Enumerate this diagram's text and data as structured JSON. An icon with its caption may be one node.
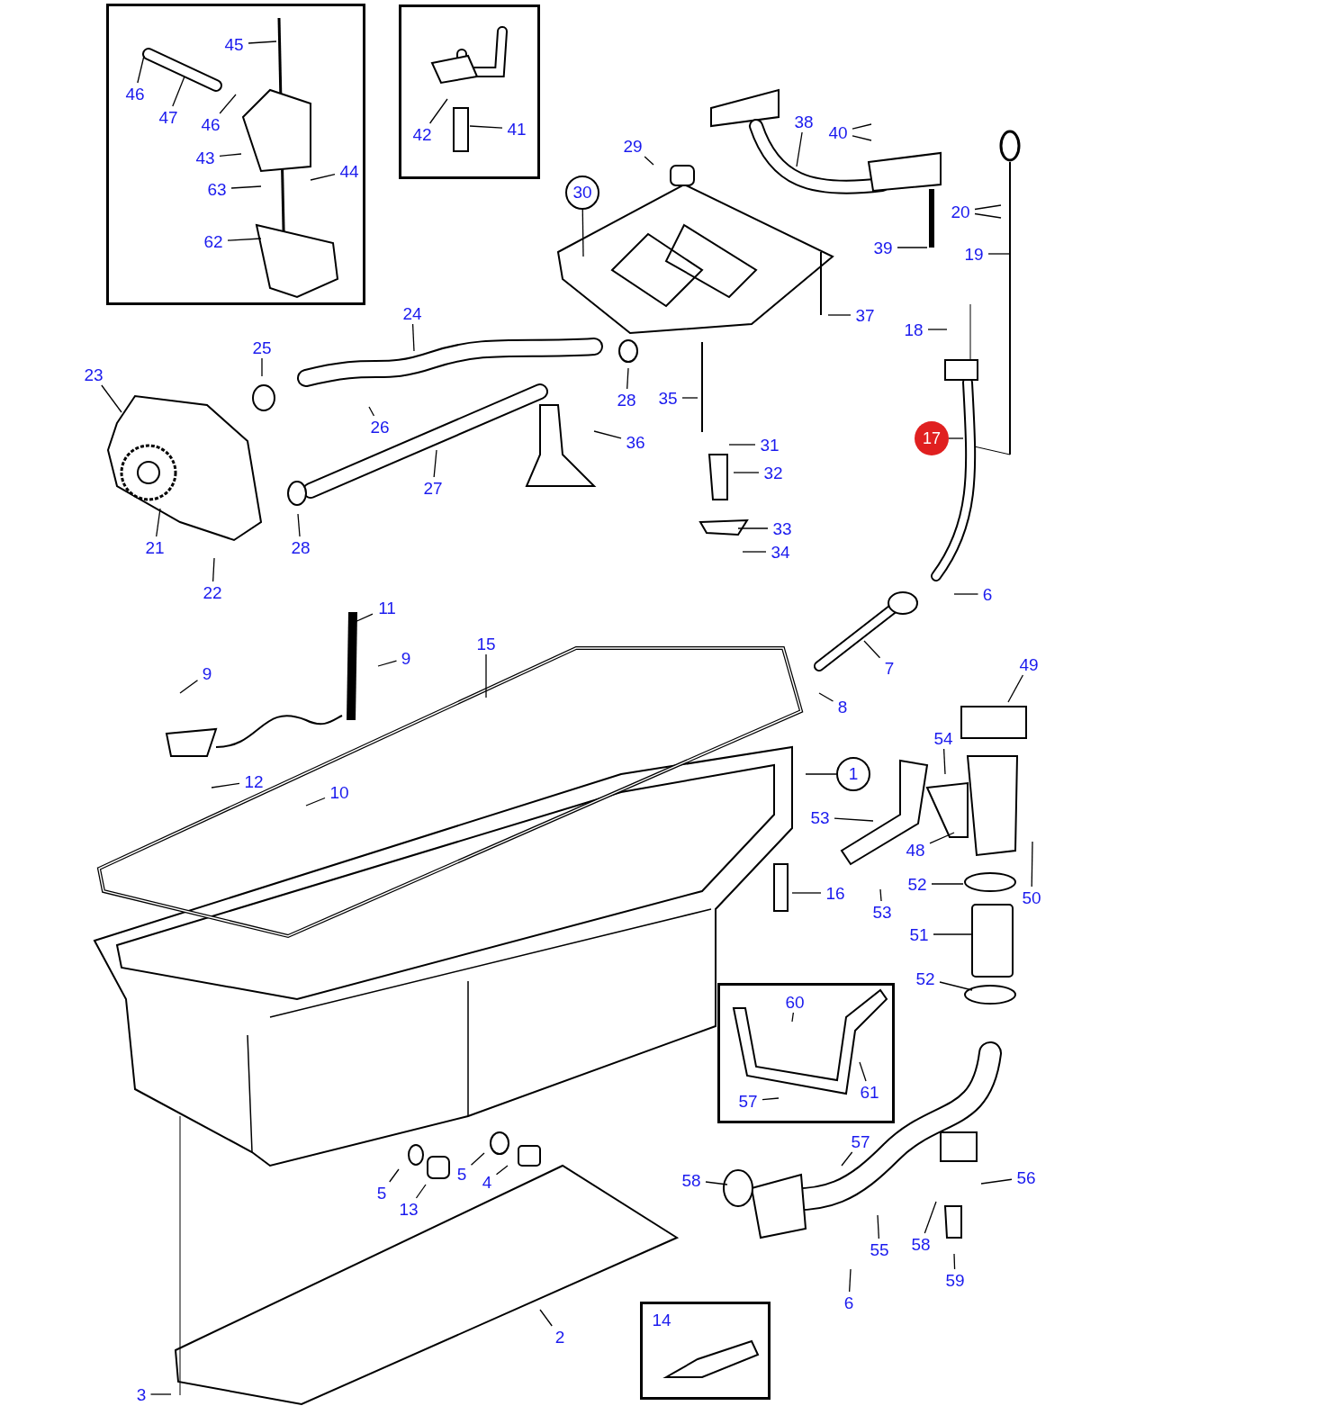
{
  "diagram": {
    "nodes": [
      {
        "text": [],
        "shape": "box"
      },
      {
        "text": [
          "45"
        ],
        "in": 0
      },
      {
        "text": [
          "46"
        ],
        "in": 0
      },
      {
        "text": [
          "47"
        ],
        "in": 0
      },
      {
        "text": [
          "46"
        ],
        "in": 0
      },
      {
        "text": [
          "43"
        ],
        "in": 0
      },
      {
        "text": [
          "44"
        ],
        "in": 0
      },
      {
        "text": [
          "63"
        ],
        "in": 0
      },
      {
        "text": [
          "62"
        ],
        "in": 0
      },
      {
        "text": [],
        "shape": "box"
      },
      {
        "text": [
          "42"
        ],
        "in": 9
      },
      {
        "text": [
          "41"
        ],
        "in": 9
      },
      {
        "text": [
          "38"
        ]
      },
      {
        "text": [
          "40"
        ]
      },
      {
        "text": [
          "29"
        ]
      },
      {
        "text": [
          "30"
        ]
      },
      {
        "text": [
          "20"
        ]
      },
      {
        "text": [
          "39"
        ]
      },
      {
        "text": [
          "19"
        ]
      },
      {
        "text": [
          "24"
        ]
      },
      {
        "text": [
          "37"
        ]
      },
      {
        "text": [
          "18"
        ]
      },
      {
        "text": [
          "25"
        ]
      },
      {
        "text": [
          "23"
        ]
      },
      {
        "text": [
          "35"
        ]
      },
      {
        "text": [
          "28"
        ]
      },
      {
        "text": [
          "26"
        ]
      },
      {
        "text": [
          "17"
        ]
      },
      {
        "text": [
          "36"
        ]
      },
      {
        "text": [
          "31"
        ]
      },
      {
        "text": [
          "32"
        ]
      },
      {
        "text": [
          "27"
        ]
      },
      {
        "text": [
          "33"
        ]
      },
      {
        "text": [
          "21"
        ]
      },
      {
        "text": [
          "28"
        ]
      },
      {
        "text": [
          "34"
        ]
      },
      {
        "text": [
          "22"
        ]
      },
      {
        "text": [
          "6"
        ]
      },
      {
        "text": [
          "11"
        ]
      },
      {
        "text": [
          "15"
        ]
      },
      {
        "text": [
          "9"
        ]
      },
      {
        "text": [
          "7"
        ]
      },
      {
        "text": [
          "49"
        ]
      },
      {
        "text": [
          "9"
        ]
      },
      {
        "text": [
          "8"
        ]
      },
      {
        "text": [
          "54"
        ]
      },
      {
        "text": [
          "1"
        ]
      },
      {
        "text": [
          "12"
        ]
      },
      {
        "text": [
          "10"
        ]
      },
      {
        "text": [
          "53"
        ]
      },
      {
        "text": [
          "48"
        ]
      },
      {
        "text": [
          "52"
        ]
      },
      {
        "text": [
          "16"
        ]
      },
      {
        "text": [
          "50"
        ]
      },
      {
        "text": [
          "53"
        ]
      },
      {
        "text": [
          "51"
        ]
      },
      {
        "text": [
          "52"
        ]
      },
      {
        "text": [],
        "shape": "box"
      },
      {
        "text": [
          "60"
        ],
        "in": 57
      },
      {
        "text": [
          "61"
        ],
        "in": 57
      },
      {
        "text": [
          "57"
        ],
        "in": 57
      },
      {
        "text": [
          "57"
        ]
      },
      {
        "text": [
          "5"
        ]
      },
      {
        "text": [
          "56"
        ]
      },
      {
        "text": [
          "58"
        ]
      },
      {
        "text": [
          "4"
        ]
      },
      {
        "text": [
          "5"
        ]
      },
      {
        "text": [
          "13"
        ]
      },
      {
        "text": [
          "58"
        ]
      },
      {
        "text": [
          "55"
        ]
      },
      {
        "text": [
          "59"
        ]
      },
      {
        "text": [],
        "shape": "box"
      },
      {
        "text": [
          "6"
        ]
      },
      {
        "text": [
          "14"
        ],
        "in": 71
      },
      {
        "text": [
          "2"
        ]
      },
      {
        "text": [
          "3"
        ]
      }
    ],
    "edges": [
      {
        "from": 1,
        "to": null,
        "arrow": "none"
      },
      {
        "from": 2,
        "to": null,
        "arrow": "none"
      },
      {
        "from": 3,
        "to": null,
        "arrow": "none"
      },
      {
        "from": 4,
        "to": null,
        "arrow": "none"
      },
      {
        "from": 5,
        "to": null,
        "arrow": "none"
      },
      {
        "from": 6,
        "to": null,
        "arrow": "none"
      },
      {
        "from": 7,
        "to": null,
        "arrow": "none"
      },
      {
        "from": 8,
        "to": null,
        "arrow": "none"
      },
      {
        "from": 10,
        "to": null,
        "arrow": "none"
      },
      {
        "from": 11,
        "to": null,
        "arrow": "none"
      },
      {
        "from": 12,
        "to": null,
        "arrow": "none"
      },
      {
        "from": 13,
        "to": null,
        "arrow": "none"
      },
      {
        "from": 13,
        "to": null,
        "arrow": "none"
      },
      {
        "from": 14,
        "to": null,
        "arrow": "none"
      },
      {
        "from": 15,
        "to": null,
        "arrow": "none"
      },
      {
        "from": 16,
        "to": null,
        "arrow": "none"
      },
      {
        "from": 16,
        "to": null,
        "arrow": "none"
      },
      {
        "from": 17,
        "to": null,
        "arrow": "none"
      },
      {
        "from": 18,
        "to": null,
        "arrow": "none"
      },
      {
        "from": 19,
        "to": null,
        "arrow": "none"
      },
      {
        "from": 20,
        "to": null,
        "arrow": "none"
      },
      {
        "from": 21,
        "to": null,
        "arrow": "none"
      },
      {
        "from": 22,
        "to": null,
        "arrow": "none"
      },
      {
        "from": 23,
        "to": null,
        "arrow": "none"
      },
      {
        "from": 24,
        "to": null,
        "arrow": "none"
      },
      {
        "from": 25,
        "to": null,
        "arrow": "none"
      },
      {
        "from": 26,
        "to": null,
        "arrow": "none"
      },
      {
        "from": 27,
        "to": null,
        "arrow": "none"
      },
      {
        "from": 28,
        "to": null,
        "arrow": "none"
      },
      {
        "from": 29,
        "to": null,
        "arrow": "none"
      },
      {
        "from": 30,
        "to": null,
        "arrow": "none"
      },
      {
        "from": 31,
        "to": null,
        "arrow": "none"
      },
      {
        "from": 32,
        "to": null,
        "arrow": "none"
      },
      {
        "from": 33,
        "to": null,
        "arrow": "none"
      },
      {
        "from": 34,
        "to": null,
        "arrow": "none"
      },
      {
        "from": 35,
        "to": null,
        "arrow": "none"
      },
      {
        "from": 36,
        "to": null,
        "arrow": "none"
      },
      {
        "from": 37,
        "to": null,
        "arrow": "none"
      },
      {
        "from": 38,
        "to": null,
        "arrow": "none"
      },
      {
        "from": 39,
        "to": null,
        "arrow": "none"
      },
      {
        "from": 40,
        "to": null,
        "arrow": "none"
      },
      {
        "from": 41,
        "to": null,
        "arrow": "none"
      },
      {
        "from": 42,
        "to": null,
        "arrow": "none"
      },
      {
        "from": 43,
        "to": null,
        "arrow": "none"
      },
      {
        "from": 44,
        "to": null,
        "arrow": "none"
      },
      {
        "from": 45,
        "to": null,
        "arrow": "none"
      },
      {
        "from": 46,
        "to": null,
        "arrow": "none"
      },
      {
        "from": 47,
        "to": null,
        "arrow": "none"
      },
      {
        "from": 48,
        "to": null,
        "arrow": "none"
      },
      {
        "from": 49,
        "to": null,
        "arrow": "none"
      },
      {
        "from": 50,
        "to": null,
        "arrow": "none"
      },
      {
        "from": 51,
        "to": null,
        "arrow": "none"
      },
      {
        "from": 52,
        "to": null,
        "arrow": "none"
      },
      {
        "from": 53,
        "to": null,
        "arrow": "none"
      },
      {
        "from": 54,
        "to": null,
        "arrow": "none"
      },
      {
        "from": 55,
        "to": null,
        "arrow": "none"
      },
      {
        "from": 56,
        "to": null,
        "arrow": "none"
      },
      {
        "from": 58,
        "to": null,
        "arrow": "none"
      },
      {
        "from": 59,
        "to": null,
        "arrow": "none"
      },
      {
        "from": 60,
        "to": null,
        "arrow": "none"
      },
      {
        "from": 61,
        "to": null,
        "arrow": "none"
      },
      {
        "from": 62,
        "to": null,
        "arrow": "none"
      },
      {
        "from": 63,
        "to": null,
        "arrow": "none"
      },
      {
        "from": 64,
        "to": null,
        "arrow": "none"
      },
      {
        "from": 65,
        "to": null,
        "arrow": "none"
      },
      {
        "from": 66,
        "to": null,
        "arrow": "none"
      },
      {
        "from": 67,
        "to": null,
        "arrow": "none"
      },
      {
        "from": 68,
        "to": null,
        "arrow": "none"
      },
      {
        "from": 69,
        "to": null,
        "arrow": "none"
      },
      {
        "from": 70,
        "to": null,
        "arrow": "none"
      },
      {
        "from": 72,
        "to": null,
        "arrow": "none"
      },
      {
        "from": 74,
        "to": null,
        "arrow": "none"
      },
      {
        "from": 75,
        "to": null,
        "arrow": "none"
      }
    ]
  }
}
